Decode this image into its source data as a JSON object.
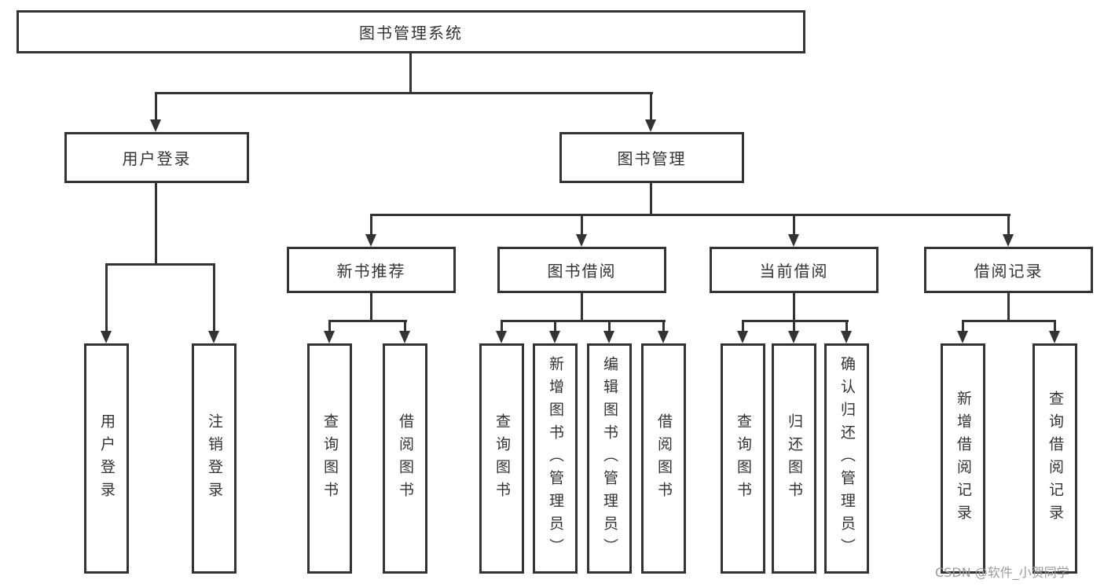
{
  "tree": {
    "root": {
      "label": "图书管理系统"
    },
    "user_login": {
      "label": "用户登录",
      "children": [
        {
          "label": "用户登录"
        },
        {
          "label": "注销登录"
        }
      ]
    },
    "book_mgmt": {
      "label": "图书管理",
      "groups": [
        {
          "label": "新书推荐",
          "children": [
            {
              "label": "查询图书"
            },
            {
              "label": "借阅图书"
            }
          ]
        },
        {
          "label": "图书借阅",
          "children": [
            {
              "label": "查询图书"
            },
            {
              "label": "新增图书（管理员）"
            },
            {
              "label": "编辑图书（管理员）"
            },
            {
              "label": "借阅图书"
            }
          ]
        },
        {
          "label": "当前借阅",
          "children": [
            {
              "label": "查询图书"
            },
            {
              "label": "归还图书"
            },
            {
              "label": "确认归还（管理员）"
            }
          ]
        },
        {
          "label": "借阅记录",
          "children": [
            {
              "label": "新增借阅记录"
            },
            {
              "label": "查询借阅记录"
            }
          ]
        }
      ]
    }
  },
  "watermark": {
    "text": "CSDN @软件_小贺同学"
  },
  "colors": {
    "line": "#333333",
    "text": "#333333",
    "background": "#ffffff",
    "watermark": "#9b9b9b"
  }
}
